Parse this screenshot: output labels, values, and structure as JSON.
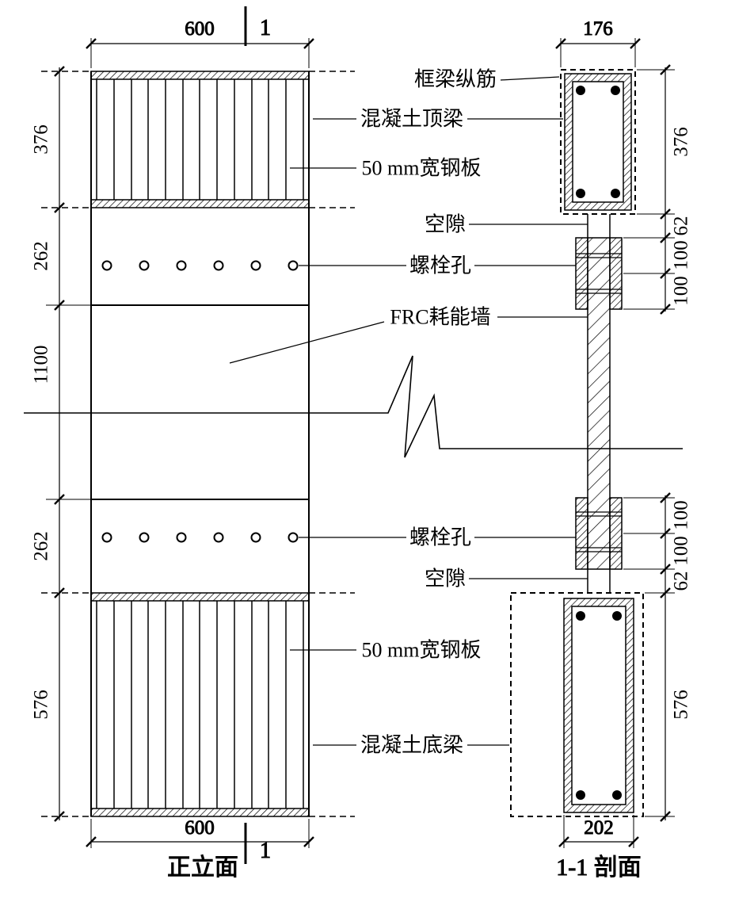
{
  "front_elevation": {
    "caption": "正立面",
    "section_mark_top": "1",
    "section_mark_bottom": "1",
    "dim_width_top": "600",
    "dim_width_bottom": "600",
    "dims_height": [
      "376",
      "262",
      "1100",
      "262",
      "576"
    ]
  },
  "section_view": {
    "caption": "1-1 剖面",
    "dim_width_top": "176",
    "dim_width_bottom": "202",
    "dims_right_upper": [
      "376",
      "62",
      "100",
      "100"
    ],
    "dims_right_lower": [
      "100",
      "100",
      "62",
      "576"
    ]
  },
  "callouts": {
    "frame_beam_rebar": "框梁纵筋",
    "concrete_top_beam": "混凝土顶梁",
    "steel_plate_upper": "50 mm宽钢板",
    "gap_upper": "空隙",
    "bolt_holes_upper": "螺栓孔",
    "frc_wall": "FRC耗能墙",
    "bolt_holes_lower": "螺栓孔",
    "gap_lower": "空隙",
    "steel_plate_lower": "50 mm宽钢板",
    "concrete_bottom_beam": "混凝土底梁"
  }
}
